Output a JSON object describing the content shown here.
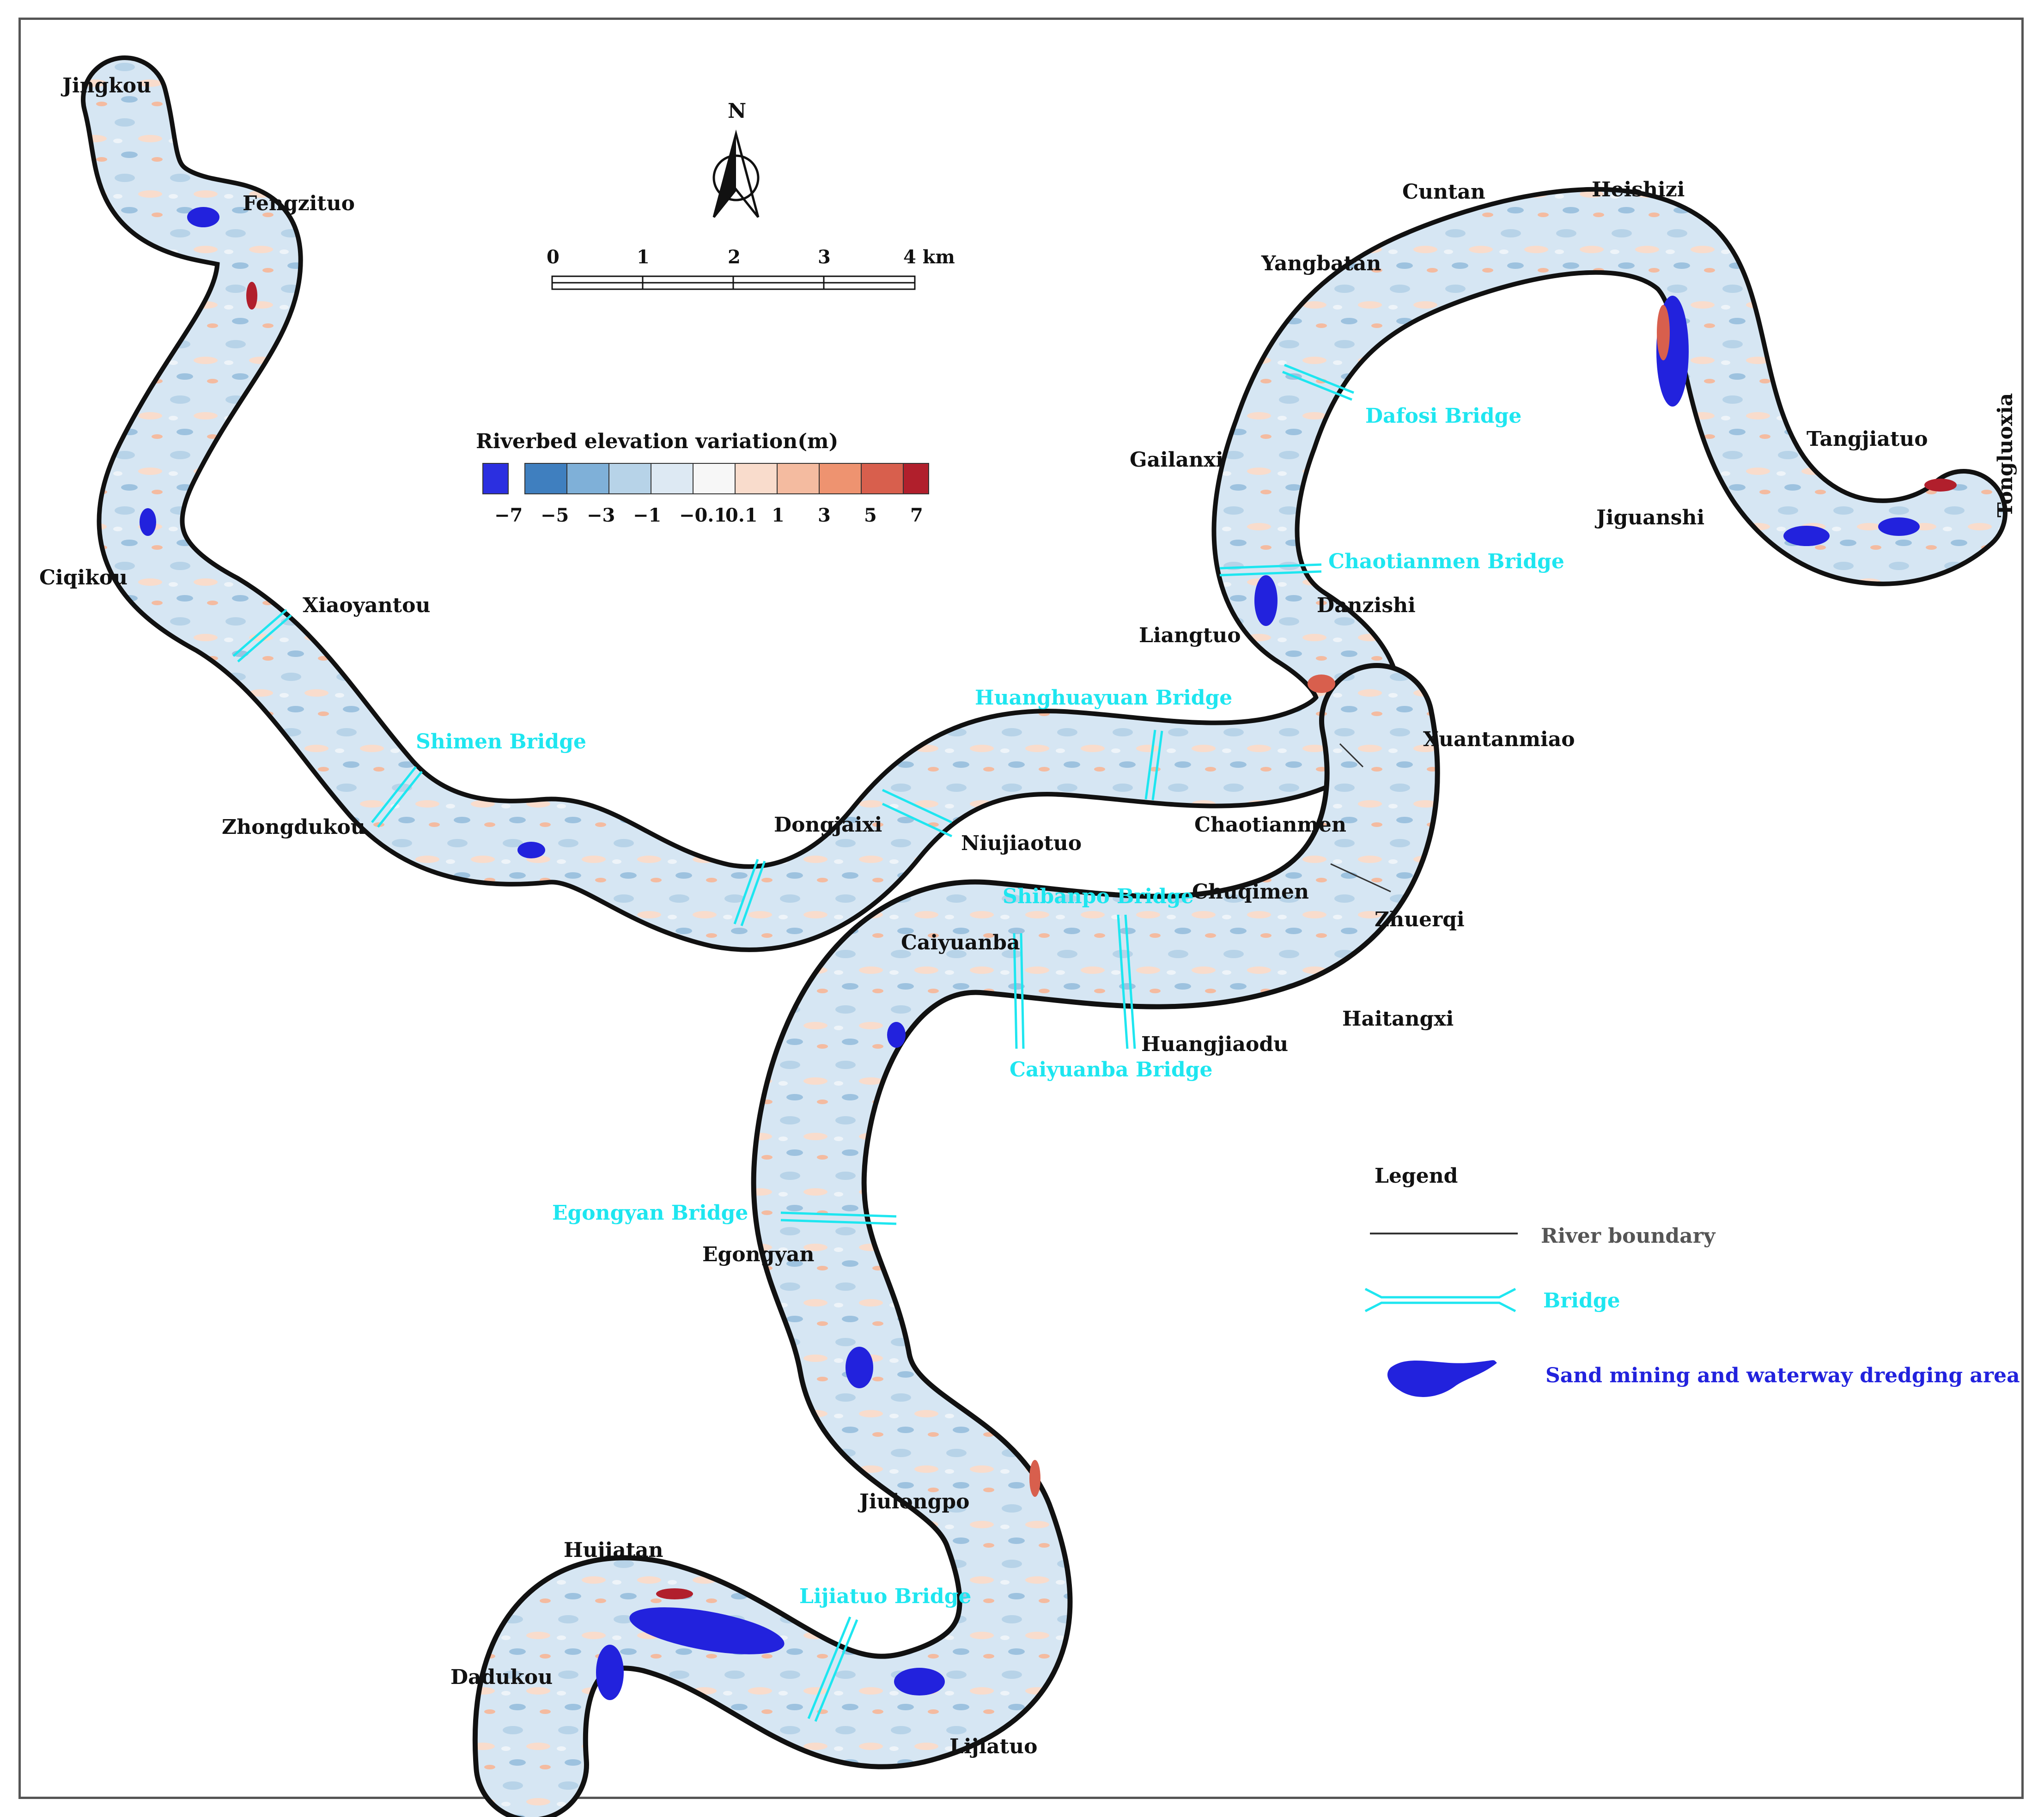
{
  "north_arrow": {
    "label": "N"
  },
  "scale_bar": {
    "ticks": [
      "0",
      "1",
      "2",
      "3",
      "4 km"
    ]
  },
  "colorbar": {
    "title": "Riverbed elevation variation(m)",
    "ticks": [
      "−7",
      "−5",
      "−3",
      "−1",
      "−0.1",
      "0.1",
      "1",
      "3",
      "5",
      "7"
    ],
    "colors": [
      "#2b2fe0",
      "#3f7fbf",
      "#7fb0d8",
      "#b7d3e8",
      "#dde9f3",
      "#f7f7f7",
      "#f9dccc",
      "#f4bba0",
      "#ee9370",
      "#d85f4d",
      "#b11f2c"
    ]
  },
  "places": {
    "jingkou": "Jingkou",
    "fengzituo": "Fengzituo",
    "ciqikou": "Ciqikou",
    "xiaoyantou": "Xiaoyantou",
    "zhongdukou": "Zhongdukou",
    "dongjaixi": "Dongjaixi",
    "niujiaotuo": "Niujiaotuo",
    "chaotianmen": "Chaotianmen",
    "liangtuo": "Liangtuo",
    "gailanxi": "Gailanxi",
    "yangbatan": "Yangbatan",
    "cuntan": "Cuntan",
    "heishizi": "Heishizi",
    "tangjiatuo": "Tangjiatuo",
    "tongluoxia": "Tongluoxia",
    "jiguanshi": "Jiguanshi",
    "danzishi": "Danzishi",
    "xuantanmiao": "Xuantanmiao",
    "chuqimen": "Chuqimen",
    "zhuerqi": "Zhuerqi",
    "caiyuanba": "Caiyuanba",
    "huangjiaodu": "Huangjiaodu",
    "haitangxi": "Haitangxi",
    "egongyan": "Egongyan",
    "jiulongpo": "Jiulongpo",
    "hujiatan": "Hujiatan",
    "dadukou": "Dadukou",
    "lijiatuo": "Lijiatuo"
  },
  "bridges": {
    "shimen": "Shimen Bridge",
    "huanghuayuan": "Huanghuayuan Bridge",
    "dafosi": "Dafosi Bridge",
    "chaotianmen": "Chaotianmen Bridge",
    "shibanpo": "Shibanpo Bridge",
    "caiyuanba": "Caiyuanba Bridge",
    "egongyan": "Egongyan Bridge",
    "lijiatuo": "Lijiatuo Bridge"
  },
  "legend": {
    "title": "Legend",
    "items": [
      {
        "label": "River boundary",
        "color": "#555555"
      },
      {
        "label": "Bridge",
        "color": "#1ee6f0"
      },
      {
        "label": "Sand mining and waterway dredging area",
        "color": "#2222dd"
      }
    ]
  },
  "colors": {
    "river_fill": "#d6e6f3",
    "shore_line": "#111111",
    "bridge": "#1ee6f0",
    "dredging": "#2222dd"
  }
}
